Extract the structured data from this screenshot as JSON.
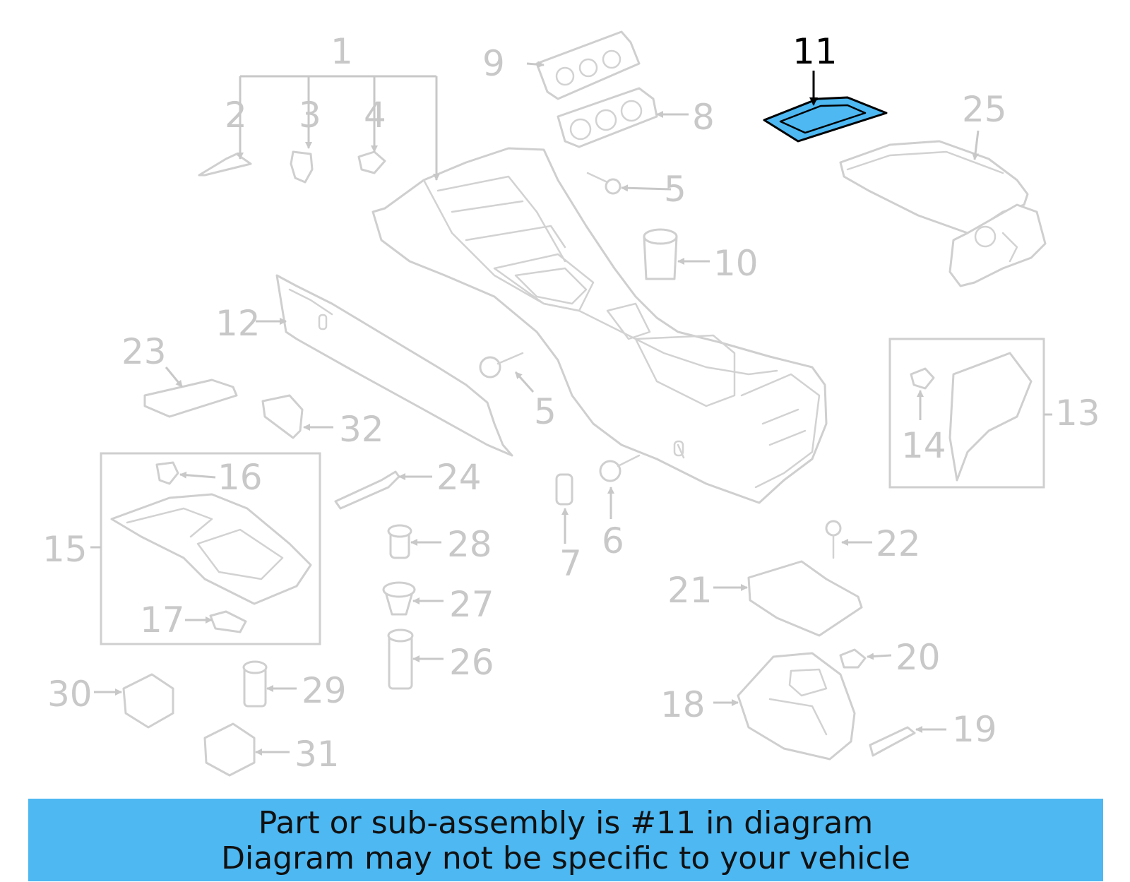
{
  "diagram": {
    "highlighted_part": "11",
    "highlight_color": "#4db8f2",
    "callouts": [
      "1",
      "2",
      "3",
      "4",
      "5",
      "5",
      "6",
      "7",
      "8",
      "9",
      "10",
      "11",
      "12",
      "13",
      "14",
      "15",
      "16",
      "17",
      "18",
      "19",
      "20",
      "21",
      "22",
      "23",
      "24",
      "25",
      "26",
      "27",
      "28",
      "29",
      "30",
      "31",
      "32"
    ]
  },
  "banner": {
    "line1": "Part or sub-assembly is #11 in diagram",
    "line2": "Diagram may not be specific to your vehicle",
    "background": "#4db8f2"
  }
}
